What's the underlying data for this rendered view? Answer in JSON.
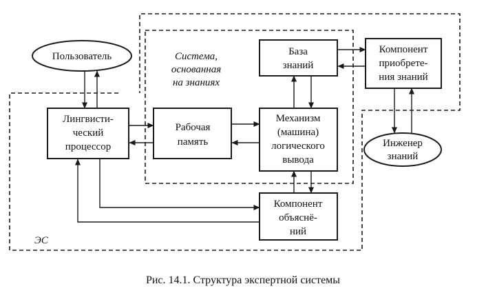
{
  "diagram": {
    "nodes": {
      "user": {
        "lines": [
          "Пользователь"
        ]
      },
      "ling": {
        "lines": [
          "Лингвисти-",
          "ческий",
          "процессор"
        ]
      },
      "work": {
        "lines": [
          "Рабочая",
          "память"
        ]
      },
      "mech": {
        "lines": [
          "Механизм",
          "(машина)",
          "логического",
          "вывода"
        ]
      },
      "kb": {
        "lines": [
          "База",
          "знаний"
        ]
      },
      "acq": {
        "lines": [
          "Компонент",
          "приобрете-",
          "ния знаний"
        ]
      },
      "eng": {
        "lines": [
          "Инженер",
          "знаний"
        ]
      },
      "expl": {
        "lines": [
          "Компонент",
          "объяснё-",
          "ний"
        ]
      }
    },
    "region_labels": {
      "kbs": [
        "Система,",
        "основанная",
        "на знаниях"
      ],
      "es": "ЭС"
    },
    "caption": "Рис. 14.1. Структура экспертной системы"
  }
}
